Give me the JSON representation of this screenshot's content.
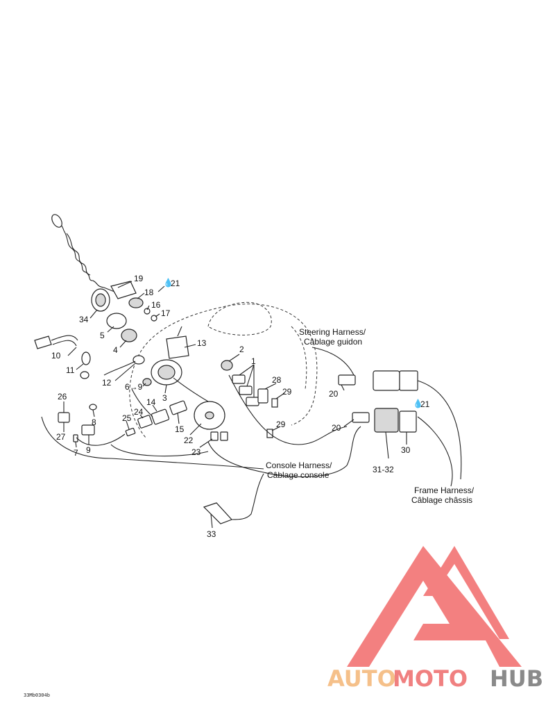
{
  "diagram": {
    "callouts": [
      {
        "id": "c19",
        "label": "19"
      },
      {
        "id": "c18",
        "label": "18"
      },
      {
        "id": "c21a",
        "label": "21"
      },
      {
        "id": "c16",
        "label": "16"
      },
      {
        "id": "c17",
        "label": "17"
      },
      {
        "id": "c34",
        "label": "34"
      },
      {
        "id": "c5",
        "label": "5"
      },
      {
        "id": "c4",
        "label": "4"
      },
      {
        "id": "c10",
        "label": "10"
      },
      {
        "id": "c11",
        "label": "11"
      },
      {
        "id": "c12",
        "label": "12"
      },
      {
        "id": "c69",
        "label": "6→9"
      },
      {
        "id": "c13",
        "label": "13"
      },
      {
        "id": "c2",
        "label": "2"
      },
      {
        "id": "c1",
        "label": "1"
      },
      {
        "id": "c3",
        "label": "3"
      },
      {
        "id": "c28",
        "label": "28"
      },
      {
        "id": "c29a",
        "label": "29"
      },
      {
        "id": "c20a",
        "label": "20"
      },
      {
        "id": "c21b",
        "label": "21"
      },
      {
        "id": "c20b",
        "label": "20"
      },
      {
        "id": "c29b",
        "label": "29"
      },
      {
        "id": "c30",
        "label": "30"
      },
      {
        "id": "c26",
        "label": "26"
      },
      {
        "id": "c8",
        "label": "8"
      },
      {
        "id": "c27",
        "label": "27"
      },
      {
        "id": "c7",
        "label": "7"
      },
      {
        "id": "c9",
        "label": "9"
      },
      {
        "id": "c25",
        "label": "25"
      },
      {
        "id": "c24",
        "label": "24"
      },
      {
        "id": "c14",
        "label": "14"
      },
      {
        "id": "c15",
        "label": "15"
      },
      {
        "id": "c22",
        "label": "22"
      },
      {
        "id": "c23",
        "label": "23"
      },
      {
        "id": "c3132",
        "label": "31-32"
      },
      {
        "id": "c33",
        "label": "33"
      }
    ],
    "harness_labels": {
      "steering_line1": "Steering Harness/",
      "steering_line2": "Câblage guidon",
      "console_line1": "Console Harness/",
      "console_line2": "Câblage console",
      "frame_line1": "Frame Harness/",
      "frame_line2": "Câblage châssis"
    },
    "drawing_code": "33Mb0304b"
  },
  "watermark": {
    "text_auto": "AUTO",
    "text_moto": "MOTO",
    "text_hub": "HUB",
    "colors": {
      "auto": "#f5c08a",
      "moto": "#f08080",
      "hub": "#8a8a8a",
      "logo": "#f26b6b"
    }
  }
}
